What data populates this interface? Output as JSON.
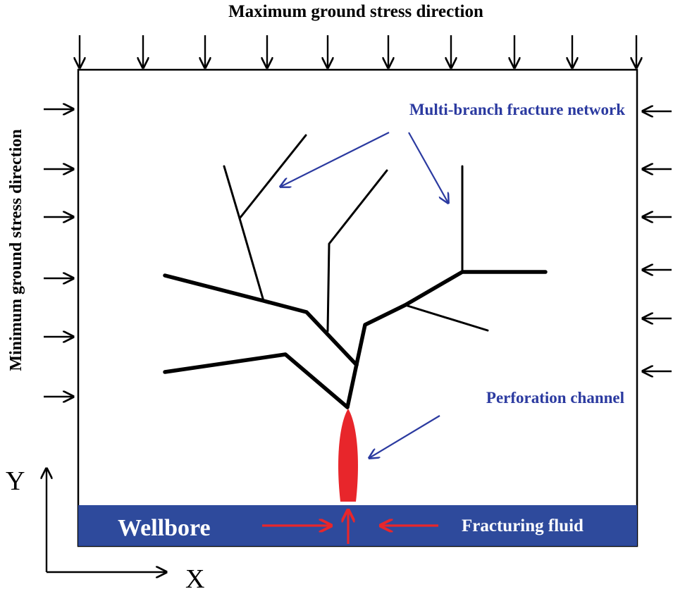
{
  "labels": {
    "top_stress": "Maximum ground stress direction",
    "side_stress": "Minimum ground stress direction",
    "fracture_network": "Multi-branch fracture network",
    "perforation": "Perforation channel",
    "wellbore": "Wellbore",
    "fluid": "Fracturing fluid",
    "axis_x": "X",
    "axis_y": "Y"
  },
  "colors": {
    "annotation": "#2b3aa0",
    "wellbore": "#2e4a9c",
    "perforation": "#e8262b",
    "fluid_arrow": "#e8262b",
    "fracture": "#000000",
    "frame": "#000000"
  },
  "icons": {
    "stress_arrow": "arrow-icon",
    "fluid_arrow": "fluid-arrow-icon"
  }
}
